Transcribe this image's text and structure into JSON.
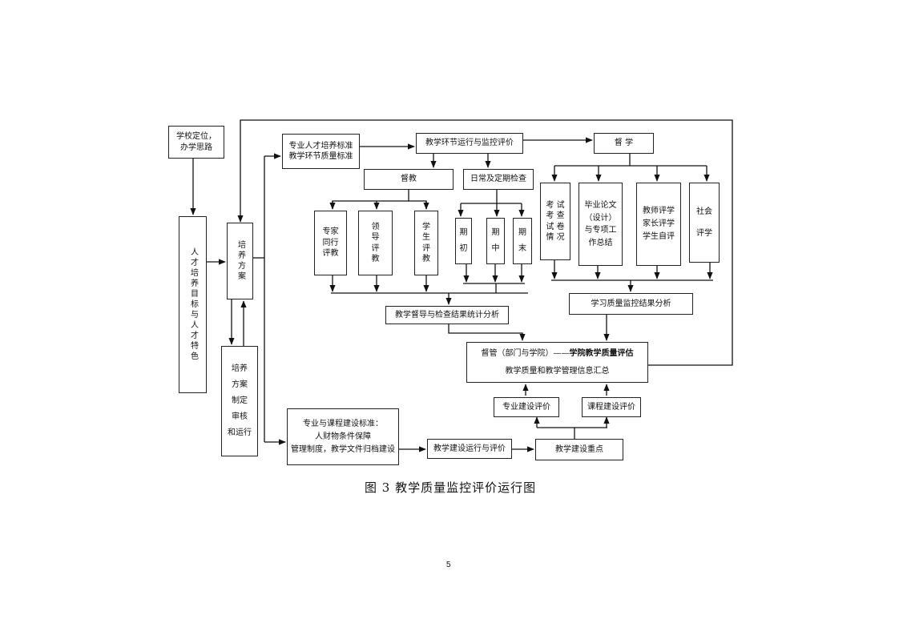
{
  "nodes": {
    "school_position": "学校定位，\n办学思路",
    "talent_goal": "人才培养目标与人才特色",
    "training_plan": "培养方案",
    "plan_process": "培养\n方案\n制定\n审核\n和运行",
    "major_standards": "专业人才培养标准\n教学环节质量标准",
    "teaching_link_eval": "教学环节运行与监控评价",
    "supervise_learning": "督    学",
    "supervise_teaching": "督教",
    "routine_check": "日常及定期检查",
    "expert_eval": "专家\n同行\n评教",
    "leader_eval": "领\n导\n评\n教",
    "student_eval": "学\n生\n评\n教",
    "term_begin": "期\n初",
    "term_mid": "期\n中",
    "term_end": "期\n末",
    "exam_check": "考  试\n考  查\n试  卷\n情  况",
    "thesis": "毕业论文\n（设计）\n与专项工\n作总结",
    "teacher_parent_eval": "教师评学\n家长评学\n学生自评",
    "social_eval": "社会\n\n评学",
    "teaching_stats": "教学督导与检查结果统计分析",
    "learning_quality": "学习质量监控结果分析",
    "college_eval_prefix": "督管（部门与学院）——",
    "college_eval_bold": "学院教学质量评估",
    "info_summary": "教学质量和教学管理信息汇总",
    "major_eval": "专业建设评价",
    "course_eval": "课程建设评价",
    "course_standards": "专业与课程建设标准：\n人财物条件保障\n管理制度，教学文件归档建设",
    "construction_run": "教学建设运行与评价",
    "construction_focus": "教学建设重点"
  },
  "caption": "图 3  教学质量监控评价运行图",
  "page_number": "5"
}
